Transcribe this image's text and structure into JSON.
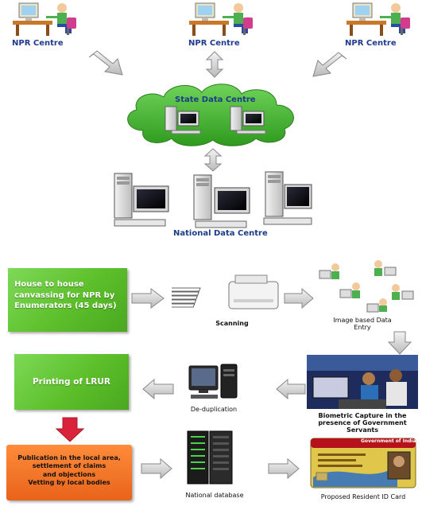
{
  "npr_centres": [
    "NPR Centre",
    "NPR Centre",
    "NPR Centre"
  ],
  "state_data_centre": "State Data Centre",
  "national_data_centre": "National Data Centre",
  "process": {
    "canvassing": "House to house canvassing for NPR by Enumerators (45 days)",
    "scanning": "Scanning",
    "data_entry": "Image based Data Entry",
    "biometric": "Biometric Capture in the presence of Government Servants",
    "deduplication": "De-duplication",
    "printing": "Printing of LRUR",
    "publication": [
      "Publication in the local area,",
      "settlement of claims",
      "and objections",
      "Vetting by local bodies"
    ],
    "national_database": "National database",
    "id_card": "Proposed Resident ID Card",
    "card_header": "Government of India"
  },
  "colors": {
    "label_blue": "#1f3b8f",
    "cloud_green": "#3fae2a",
    "box_green": "#5cbf2a",
    "box_orange": "#e8631a",
    "arrow_red": "#d9233a",
    "arrow_grey": "#c8c8c8"
  }
}
